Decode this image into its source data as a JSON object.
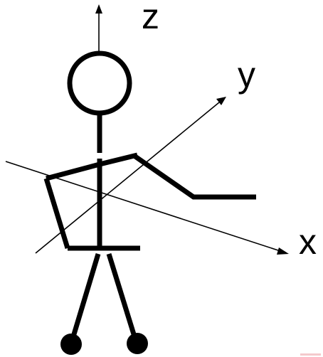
{
  "axes": {
    "x_label": "x",
    "y_label": "y",
    "z_label": "z"
  },
  "colors": {
    "stroke": "#000000",
    "background": "#ffffff",
    "corner_mark": "#f4c9cc"
  }
}
